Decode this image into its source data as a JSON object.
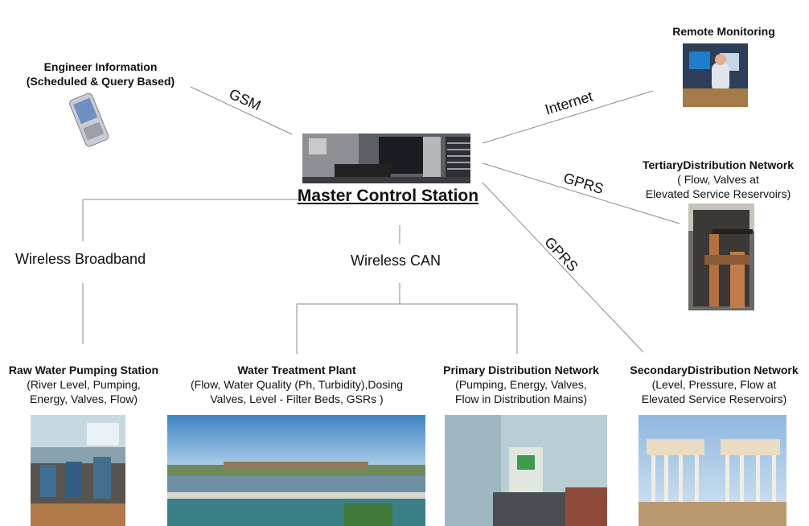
{
  "master": {
    "title": "Master Control Station",
    "icon": "control-room-photo"
  },
  "engineer": {
    "title": "Engineer Information",
    "subtitle": "(Scheduled & Query Based)",
    "icon": "pda-device-icon"
  },
  "remote": {
    "title": "Remote Monitoring",
    "icon": "operator-workstation-photo"
  },
  "tertiary": {
    "title": "TertiaryDistribution Network",
    "line1": "( Flow, Valves at",
    "line2": "Elevated Service Reservoirs)",
    "icon": "valve-chamber-photo"
  },
  "raw": {
    "title": "Raw Water Pumping Station",
    "line1": "(River Level, Pumping,",
    "line2": "Energy, Valves, Flow)",
    "icon": "pump-house-photo"
  },
  "treatment": {
    "title": "Water Treatment Plant",
    "line1": "(Flow, Water Quality (Ph, Turbidity),Dosing",
    "line2": "Valves, Level - Filter Beds, GSRs )",
    "icon": "treatment-plant-photo"
  },
  "primary": {
    "title": "Primary Distribution Network",
    "line1": "(Pumping, Energy, Valves,",
    "line2": "Flow in Distribution Mains)",
    "icon": "panel-room-photo"
  },
  "secondary": {
    "title": "SecondaryDistribution Network",
    "line1": "(Level, Pressure, Flow at",
    "line2": "Elevated Service Reservoirs)",
    "icon": "water-tower-photo"
  },
  "links": {
    "gsm": "GSM",
    "internet": "Internet",
    "gprs1": "GPRS",
    "gprs2": "GPRS",
    "broadband": "Wireless Broadband",
    "can": "Wireless CAN"
  },
  "colors": {
    "wire": "#8a8a8a",
    "text": "#111111",
    "background": "#ffffff"
  }
}
